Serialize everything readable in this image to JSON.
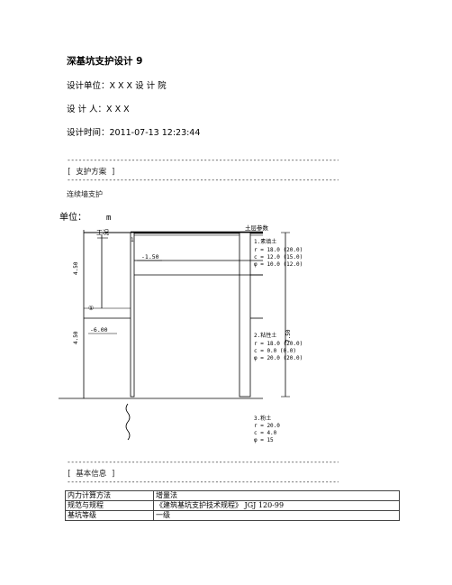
{
  "doc": {
    "title": "深基坑支护设计 9",
    "unit_line": "设计单位：X X X 设 计 院",
    "designer_line": "设 计 人：X X X",
    "time_line": "设计时间：2011-07-13 12:23:44",
    "dash_line": "----------------------------------------------------------------------------------------",
    "section1": "[ 支护方案 ]",
    "section1_text": "连续墙支护",
    "section2": "[ 基本信息 ]"
  },
  "diagram": {
    "unit_label": "单位：",
    "unit_value": "m",
    "work_label": "工况",
    "soil_params_title": "土层参数",
    "label_1_50": "-1.50",
    "label_6_00": "-6.00",
    "label_1": "①",
    "left_dim_top": "4.50",
    "left_dim_bottom": "4.50",
    "right_dim": "7.50",
    "layer1": {
      "name": "1.素填土",
      "lines": [
        "r = 18.0 (20.0)",
        "c = 12.0 (15.0)",
        "φ = 10.0 (12.0)"
      ]
    },
    "layer2": {
      "name": "2.粘性土",
      "lines": [
        "r = 18.0 (20.0)",
        "c = 0.0 (0.0)",
        "φ = 20.0 (20.0)"
      ]
    },
    "layer3": {
      "name": "3.粉土",
      "lines": [
        "r = 20.0",
        "c = 4.0",
        "φ = 15"
      ]
    }
  },
  "info_table": [
    {
      "key": "内力计算方法",
      "value": "增量法"
    },
    {
      "key": "规范与规程",
      "value": "《建筑基坑支护技术规程》 JGJ 120-99"
    },
    {
      "key": "基坑等级",
      "value": "一级"
    }
  ]
}
